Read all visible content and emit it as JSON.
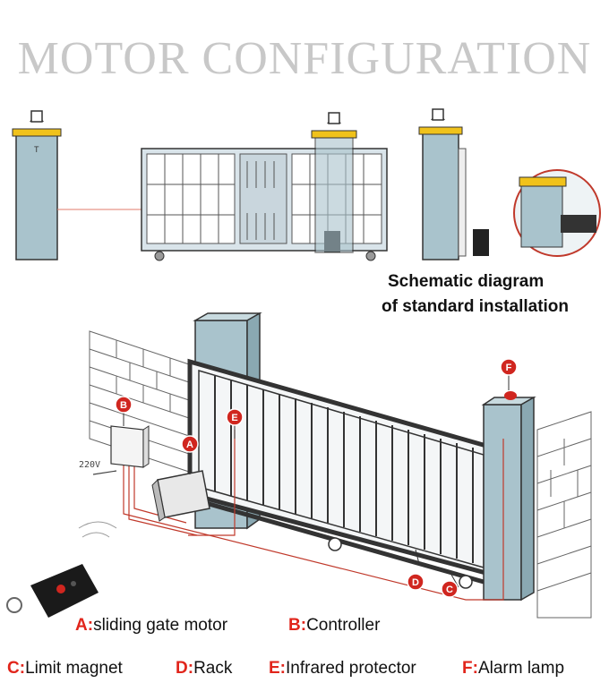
{
  "title": "MOTOR CONFIGURATION",
  "caption": {
    "line1": "Schematic diagram",
    "line2": "of standard installation"
  },
  "voltage_label": "220V",
  "legend": [
    {
      "key": "A:",
      "label": "sliding gate motor"
    },
    {
      "key": "B:",
      "label": "Controller"
    },
    {
      "key": "C:",
      "label": "Limit magnet"
    },
    {
      "key": "D:",
      "label": "Rack"
    },
    {
      "key": "E:",
      "label": "Infrared protector"
    },
    {
      "key": "F:",
      "label": "Alarm lamp"
    }
  ],
  "badges": [
    "A",
    "B",
    "C",
    "D",
    "E",
    "F"
  ],
  "colors": {
    "badge": "#d0261f",
    "legend_key": "#e1251b",
    "pillar": "#a9c3cc",
    "pillar_cap": "#f0c21b",
    "wire": "#c0392b",
    "title": "#c8c8c8"
  }
}
